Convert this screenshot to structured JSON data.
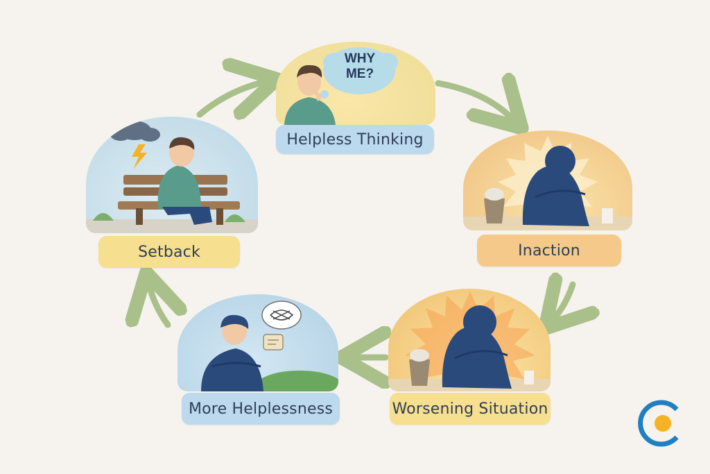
{
  "stages": [
    {
      "label": "Helpless Thinking",
      "bubble_line1": "WHY",
      "bubble_line2": "ME?"
    },
    {
      "label": "Inaction"
    },
    {
      "label": "Worsening Situation"
    },
    {
      "label": "More Helplessness"
    },
    {
      "label": "Setback"
    }
  ],
  "colors": {
    "background": "#f6f3ee",
    "arrow": "#a9c08a",
    "label_blue": "#bcd9ee",
    "label_orange": "#f4c98a",
    "label_yellow": "#f6df8e",
    "label_text": "#2e3e57",
    "figure_navy": "#2b4a7c",
    "hoodie_teal": "#5a9c8c",
    "logo_blue": "#1f7fc2",
    "logo_orange": "#f5b324"
  },
  "icons": [
    "storm-cloud-icon",
    "lightning-icon",
    "thought-bubble-icon",
    "scribble-icon",
    "speech-bubble-icon",
    "trash-can-icon",
    "brand-logo-icon"
  ]
}
